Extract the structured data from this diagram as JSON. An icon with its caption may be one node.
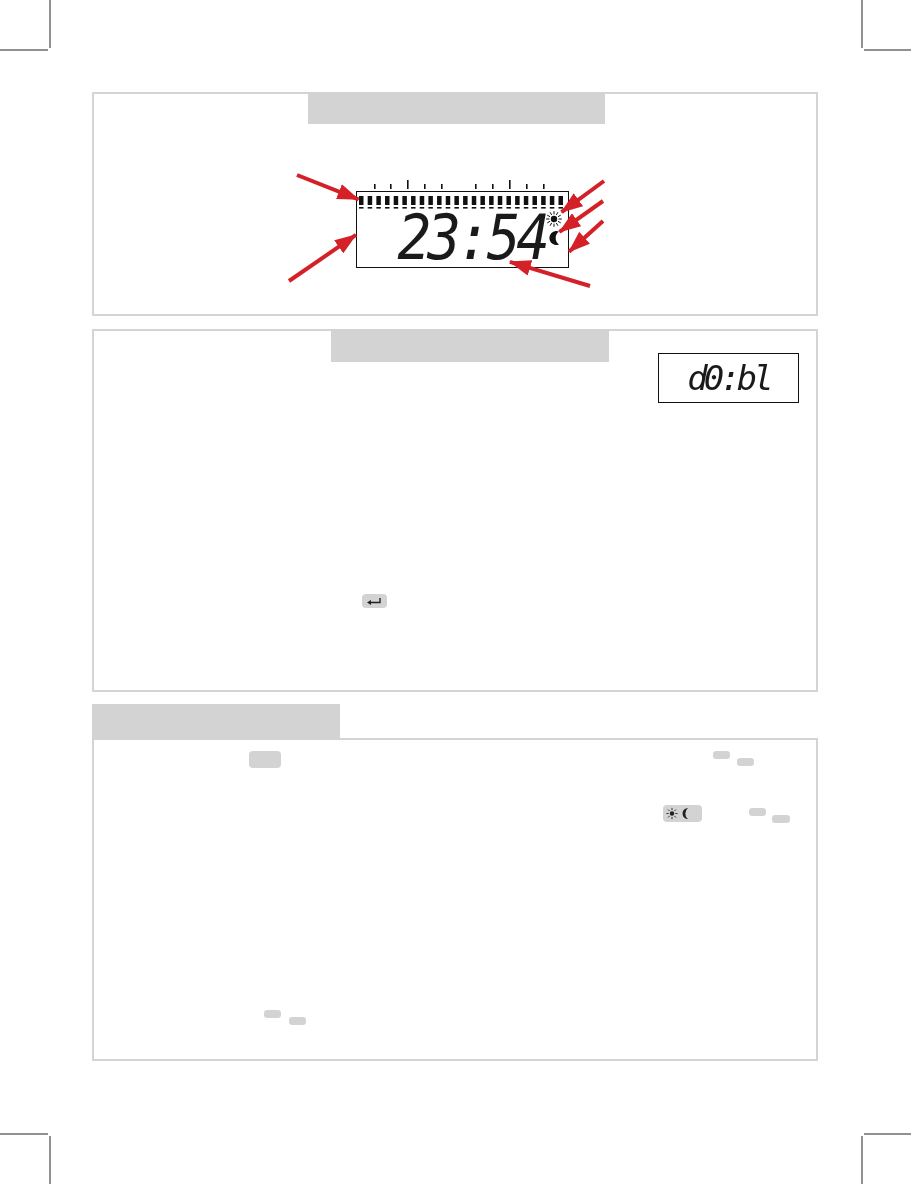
{
  "diagram": {
    "nodes": [
      {
        "text": [],
        "shape": "box"
      },
      {
        "text": [],
        "shape": "bar",
        "in": 0
      },
      {
        "text": [
          "23:54"
        ],
        "in": 0
      },
      {
        "text": [],
        "shape": "picture",
        "in": 0
      },
      {
        "text": [],
        "shape": "picture",
        "in": 0
      },
      {
        "text": [
          "d0:bl"
        ]
      }
    ],
    "edges": [
      {
        "from": null,
        "to": 1,
        "arrow": "to"
      },
      {
        "from": null,
        "to": 0,
        "arrow": "to"
      },
      {
        "from": null,
        "to": 3,
        "arrow": "to"
      },
      {
        "from": null,
        "to": 4,
        "arrow": "to"
      },
      {
        "from": null,
        "to": 0,
        "arrow": "to"
      },
      {
        "from": null,
        "to": 2,
        "arrow": "to"
      }
    ]
  }
}
